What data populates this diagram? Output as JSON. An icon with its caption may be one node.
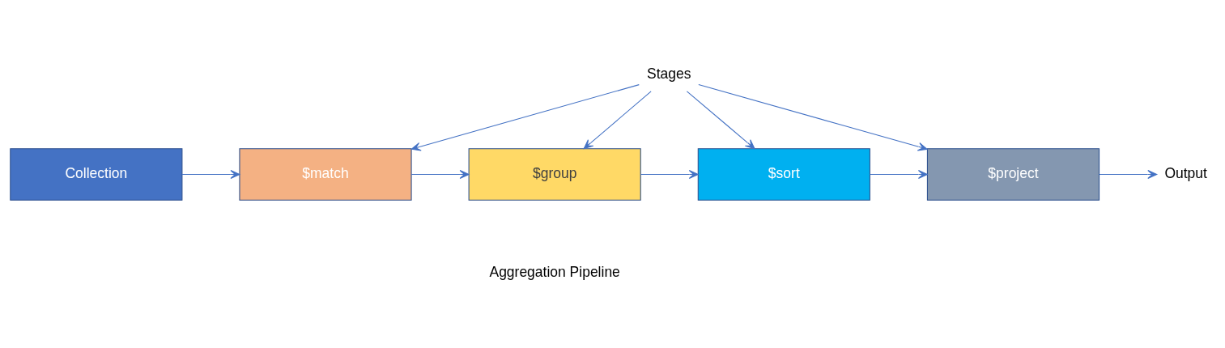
{
  "diagram": {
    "nodes": [
      {
        "text": [
          "Stages"
        ]
      },
      {
        "text": [
          "Collection"
        ]
      },
      {
        "text": [
          "$match"
        ]
      },
      {
        "text": [
          "$group"
        ]
      },
      {
        "text": [
          "$sort"
        ]
      },
      {
        "text": [
          "$project"
        ]
      },
      {
        "text": [
          "Output"
        ]
      }
    ],
    "edges": [
      {
        "from": 1,
        "to": 2,
        "arrow": "to"
      },
      {
        "from": 2,
        "to": 3,
        "arrow": "to"
      },
      {
        "from": 3,
        "to": 4,
        "arrow": "to"
      },
      {
        "from": 4,
        "to": 5,
        "arrow": "to"
      },
      {
        "from": 5,
        "to": 6,
        "arrow": "to"
      },
      {
        "from": 0,
        "to": 2,
        "arrow": "to"
      },
      {
        "from": 0,
        "to": 3,
        "arrow": "to"
      },
      {
        "from": 0,
        "to": 4,
        "arrow": "to"
      },
      {
        "from": 0,
        "to": 5,
        "arrow": "to"
      }
    ],
    "labels": [
      "Aggregation Pipeline"
    ]
  }
}
